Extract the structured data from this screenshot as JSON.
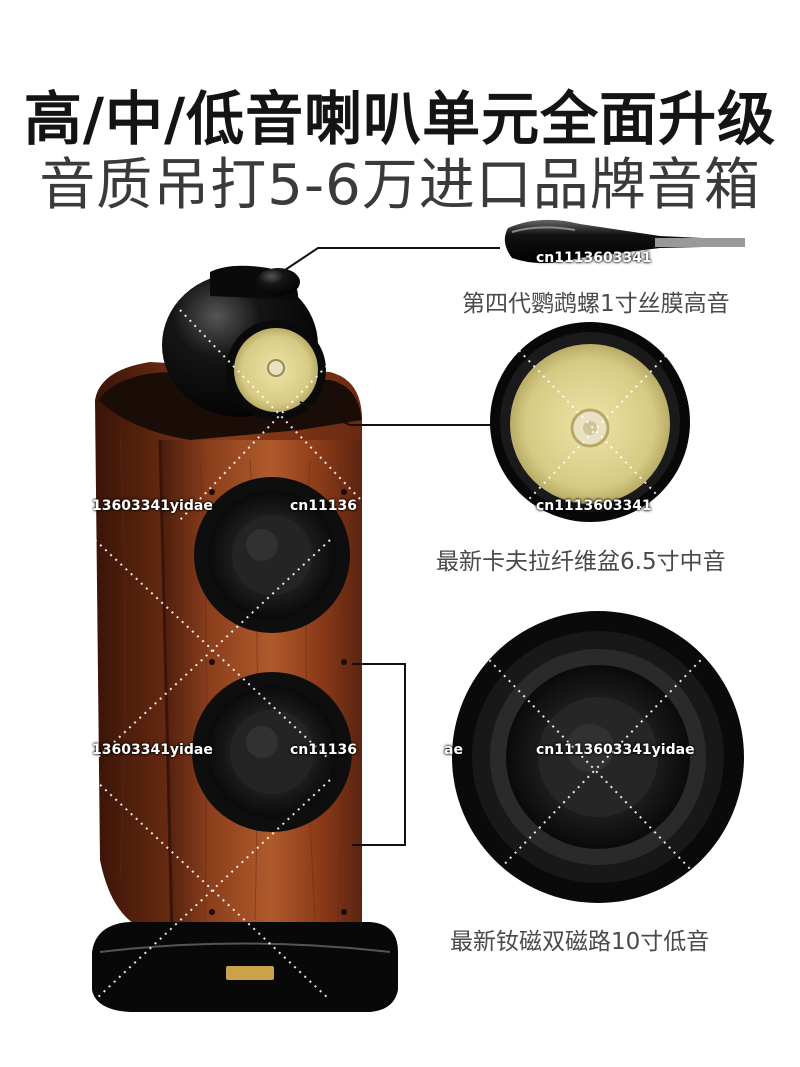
{
  "headline": {
    "title": "高/中/低音喇叭单元全面升级",
    "subtitle": "音质吊打5-6万进口品牌音箱"
  },
  "captions": {
    "tweeter": "第四代鹦鹉螺1寸丝膜高音",
    "midrange": "最新卡夫拉纤维盆6.5寸中音",
    "woofer": "最新钕磁双磁路10寸低音"
  },
  "watermark": {
    "text_full": "cn1113603341yidae",
    "text_left_clip": "13603341yidae",
    "text_mid_clip": "cn11136",
    "text_mid_tail": "ae",
    "text_tweeter_clip": "cn1113603341"
  },
  "colors": {
    "wood_dark": "#5a2410",
    "wood_light": "#a8532a",
    "kevlar": "#d8cc86",
    "driver_black": "#1c1c1c"
  }
}
